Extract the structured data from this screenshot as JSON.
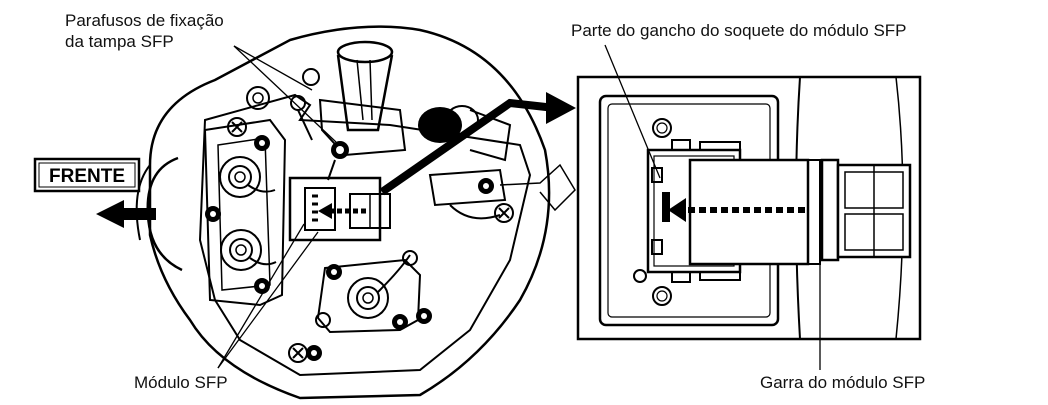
{
  "labels": {
    "cover_screws_line1": "Parafusos de fixação",
    "cover_screws_line2": "da tampa SFP",
    "front": "FRENTE",
    "sfp_module": "Módulo SFP",
    "socket_hook": "Parte do gancho do soquete do módulo SFP",
    "module_claw": "Garra do módulo SFP"
  }
}
